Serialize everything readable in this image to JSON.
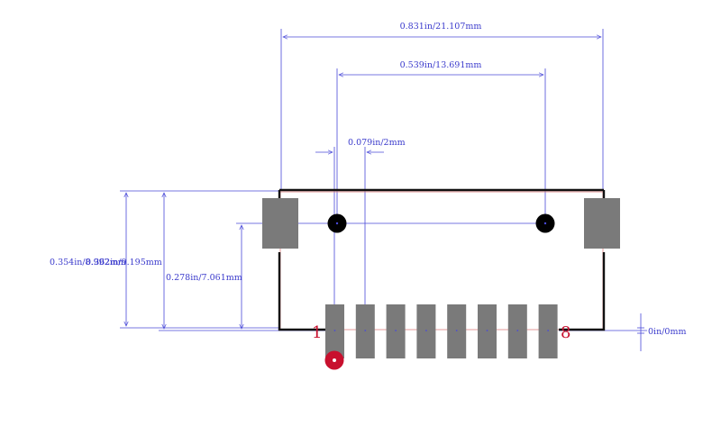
{
  "dimensions": {
    "width_total": "0.831in/21.107mm",
    "width_inner": "0.539in/13.691mm",
    "pitch": "0.079in/2mm",
    "height_outer": "0.354in/8.992mm",
    "height_mid": "0.362in/9.195mm",
    "height_inner": "0.278in/7.061mm",
    "offset_zero": "0in/0mm"
  },
  "pins": {
    "first": "1",
    "last": "8",
    "count": 8
  },
  "colors": {
    "dimension": "#4a4ad8",
    "pad": "#7a7a7a",
    "outline": "#111111",
    "pin1": "#c8102e",
    "mounting_hole": "#000000"
  }
}
